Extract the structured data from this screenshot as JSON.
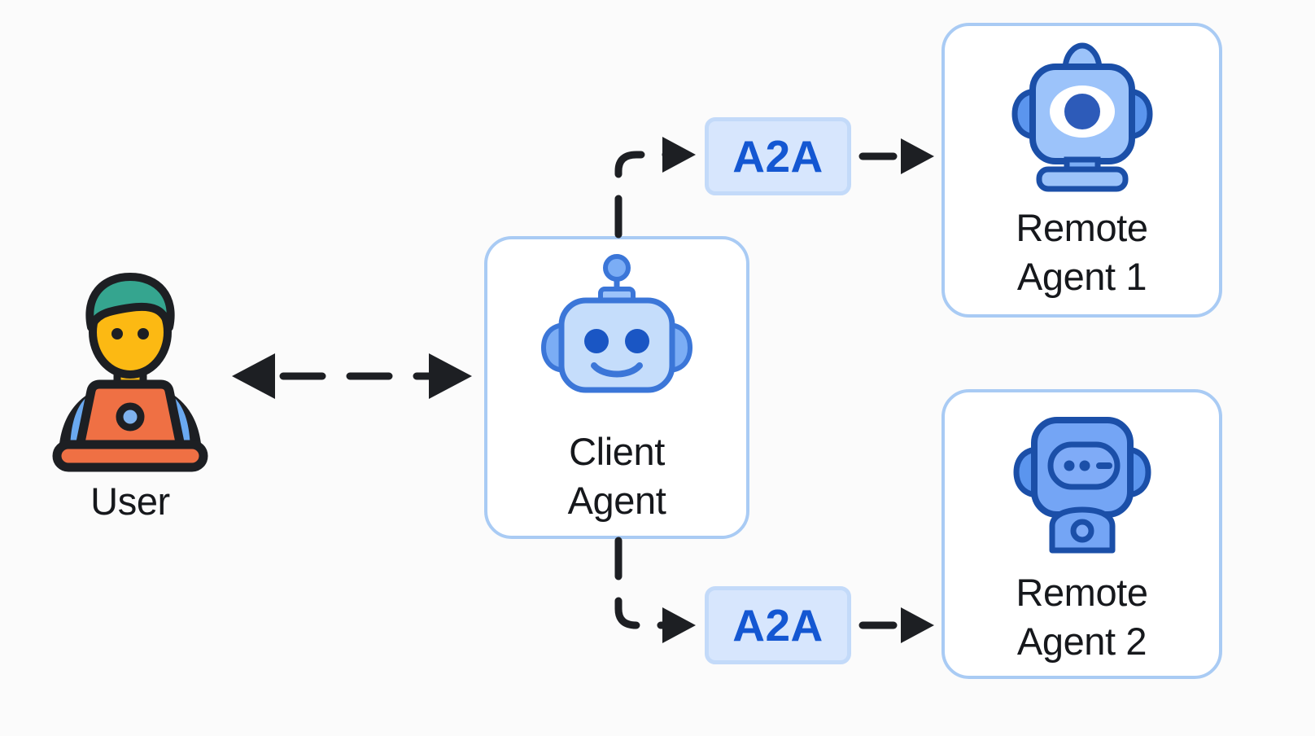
{
  "diagram": {
    "title": "A2A client agent to remote agents communication diagram",
    "background_color": "#fbfbfb"
  },
  "colors": {
    "card_border": "#a9cbf4",
    "card_fill": "#ffffff",
    "chip_fill": "#d7e6fd",
    "chip_border": "#c3daf9",
    "chip_text": "#1457d2",
    "label_text": "#16181c",
    "connector": "#1d1f23",
    "robot_light_face": "#c5ddfb",
    "robot_mid_blue": "#9cc3fa",
    "robot_deep_blue": "#74a5f5",
    "robot_outline": "#3b76d8",
    "robot_outline_dark": "#1b4fa8",
    "robot_eye": "#1a56c4",
    "user_hair": "#35a58f",
    "user_face": "#fcb913",
    "user_body": "#1d1f23",
    "user_laptop": "#ef7044",
    "user_laptop_dot": "#7fb2ee"
  },
  "nodes": {
    "user": {
      "label": "User",
      "icon": "person-at-laptop-icon"
    },
    "client_agent": {
      "label": "Client\nAgent",
      "icon": "robot-antenna-smiling-icon"
    },
    "remote_agent_1": {
      "label": "Remote\nAgent 1",
      "icon": "robot-single-eye-icon"
    },
    "remote_agent_2": {
      "label": "Remote\nAgent 2",
      "icon": "robot-visor-icon"
    }
  },
  "protocol_badges": [
    {
      "label": "A2A",
      "name": "a2a-badge-top"
    },
    {
      "label": "A2A",
      "name": "a2a-badge-bottom"
    }
  ],
  "connectors": [
    {
      "name": "user-to-client-agent",
      "style": "dashed",
      "arrows": "bidirectional"
    },
    {
      "name": "client-agent-to-a2a-top",
      "style": "dashed",
      "arrows": "forward"
    },
    {
      "name": "a2a-top-to-remote-agent-1",
      "style": "dashed",
      "arrows": "forward"
    },
    {
      "name": "client-agent-to-a2a-bottom",
      "style": "dashed",
      "arrows": "forward"
    },
    {
      "name": "a2a-bottom-to-remote-agent-2",
      "style": "dashed",
      "arrows": "forward"
    }
  ]
}
